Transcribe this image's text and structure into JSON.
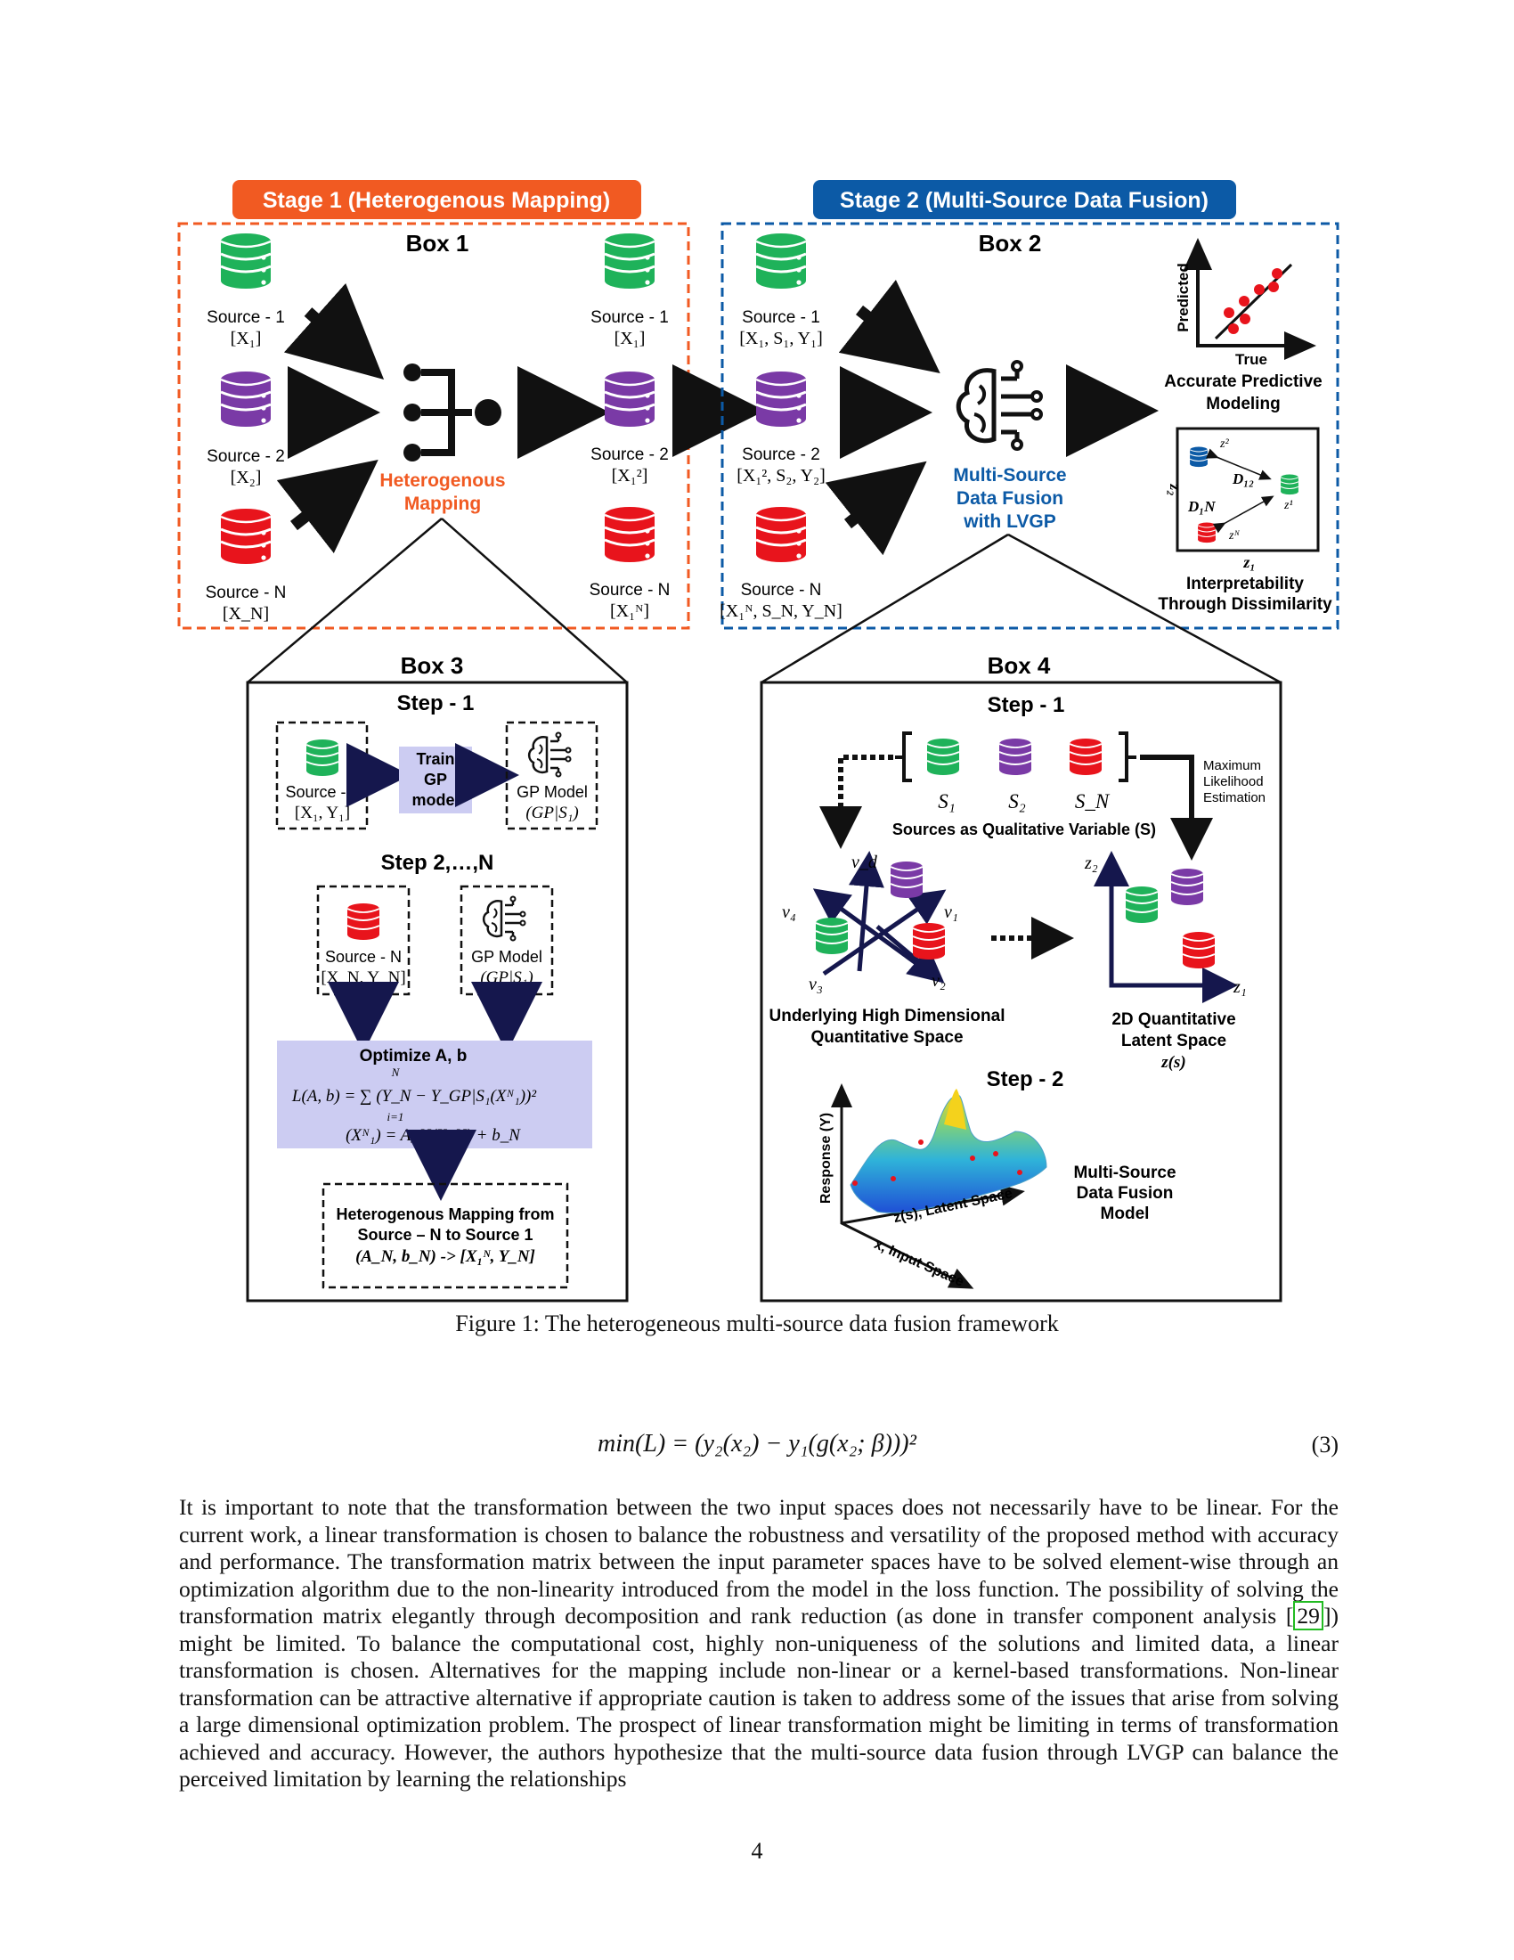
{
  "figure": {
    "stage1_title": "Stage 1 (Heterogenous Mapping)",
    "stage2_title": "Stage 2 (Multi-Source Data Fusion)",
    "box1": {
      "title": "Box 1",
      "source1_label": "Source - 1",
      "source1_sub": "[X₁]",
      "source2_label": "Source - 2",
      "source2_sub": "[X₂]",
      "sourceN_label": "Source - N",
      "sourceN_sub": "[X_N]",
      "mapping_line1": "Heterogenous",
      "mapping_line2": "Mapping",
      "out1_label": "Source - 1",
      "out1_sub": "[X₁]",
      "out2_label": "Source - 2",
      "out2_sub": "[X₁²]",
      "outN_label": "Source - N",
      "outN_sub": "[X₁ᴺ]"
    },
    "box2": {
      "title": "Box 2",
      "source1_label": "Source - 1",
      "source1_sub": "[X₁, S₁, Y₁]",
      "source2_label": "Source - 2",
      "source2_sub": "[X₁², S₂, Y₂]",
      "sourceN_label": "Source - N",
      "sourceN_sub": "[X₁ᴺ, S_N, Y_N]",
      "fusion_line1": "Multi-Source",
      "fusion_line2": "Data Fusion",
      "fusion_line3": "with LVGP",
      "plot_ylabel": "Predicted",
      "plot_xlabel": "True",
      "accurate_line1": "Accurate Predictive",
      "accurate_line2": "Modeling",
      "latent_z2": "z²",
      "latent_z1": "z¹",
      "latent_zN": "zᴺ",
      "latent_D12": "D₁₂",
      "latent_D1N": "D₁N",
      "latent_axis_y": "z₂",
      "latent_axis_x": "z₁",
      "interp_line1": "Interpretability",
      "interp_line2": "Through Dissimilarity"
    },
    "box3": {
      "title": "Box 3",
      "step1": "Step - 1",
      "source1_label": "Source - 1",
      "source1_sub": "[X₁, Y₁]",
      "train_line1": "Train",
      "train_line2": "GP",
      "train_line3": "model",
      "gp_label": "GP Model",
      "gp_sub": "(GP|S₁)",
      "step2": "Step 2,…,N",
      "sourceN_label": "Source - N",
      "sourceN_sub": "[X_N, Y_N]",
      "gp2_label": "GP Model",
      "gp2_sub": "(GP|S₁)",
      "optimize_title": "Optimize A, b",
      "optimize_eq1": "L(A, b) = ∑ (Y_N − Y_GP|S₁(Xᴺ₁))²",
      "optimize_sum_top": "N",
      "optimize_sum_bottom": "i=1",
      "optimize_eq2": "(Xᴺ₁) = A_N(X_N) + b_N",
      "mapping_line1": "Heterogenous Mapping from",
      "mapping_line2": "Source – N to Source 1",
      "mapping_line3": "(A_N, b_N) -> [X₁ᴺ, Y_N]"
    },
    "box4": {
      "title": "Box 4",
      "step1": "Step - 1",
      "s1": "S₁",
      "s2": "S₂",
      "sN": "S_N",
      "sources_caption": "Sources as Qualitative Variable (S)",
      "mle_line1": "Maximum",
      "mle_line2": "Likelihood",
      "mle_line3": "Estimation",
      "v_d": "v_d",
      "v_1": "v₁",
      "v_4": "v₄",
      "v_3": "v₃",
      "v_2": "v₂",
      "hd_line1": "Underlying High Dimensional",
      "hd_line2": "Quantitative Space",
      "z2_axis": "z₂",
      "z1_axis": "z₁",
      "latent_line1": "2D Quantitative",
      "latent_line2": "Latent Space",
      "latent_line3": "z(s)",
      "step2": "Step - 2",
      "response_label": "Response (Y)",
      "latent_axis_label": "z(s), Latent Space",
      "input_axis_label": "x, Input Space",
      "model_line1": "Multi-Source",
      "model_line2": "Data Fusion",
      "model_line3": "Model"
    },
    "colors": {
      "stage1": "#f15a22",
      "stage2": "#0c5aa6",
      "green": "#1fb25a",
      "purple": "#7a3aa6",
      "red": "#e8141c",
      "lavender": "#ccccf2",
      "blue_arrow": "#1f63b5"
    }
  },
  "caption": "Figure 1: The heterogeneous multi-source data fusion framework",
  "equation": {
    "text": "min(L) = (y₂(x₂) − y₁(g(x₂; β)))²",
    "number": "(3)"
  },
  "paragraph": {
    "part1": "It is important to note that the transformation between the two input spaces does not necessarily have to be linear. For the current work, a linear transformation is chosen to balance the robustness and versatility of the proposed method with accuracy and performance. The transformation matrix between the input parameter spaces have to be solved element-wise through an optimization algorithm due to the non-linearity introduced from the model in the loss function. The possibility of solving the transformation matrix elegantly through decomposition and rank reduction (as done in transfer component analysis [",
    "citation": "29",
    "part2": "]) might be limited. To balance the computational cost, highly non-uniqueness of the solutions and limited data, a linear transformation is chosen. Alternatives for the mapping include non-linear or a kernel-based transformations. Non-linear transformation can be attractive alternative if appropriate caution is taken to address some of the issues that arise from solving a large dimensional optimization problem. The prospect of linear transformation might be limiting in terms of transformation achieved and accuracy. However, the authors hypothesize that the multi-source data fusion through LVGP can balance the perceived limitation by learning the relationships"
  },
  "page_number": "4"
}
